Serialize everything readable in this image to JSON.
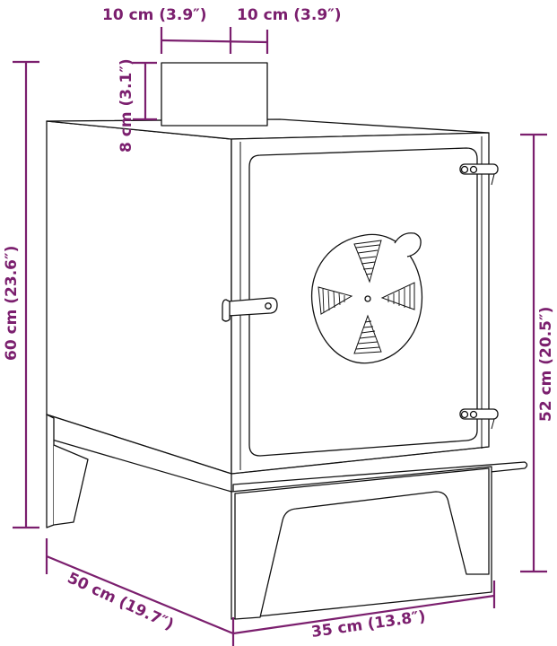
{
  "diagram": {
    "subject": "wood stove with chimney collar, door, rotary air vent, ash shelf and legs",
    "accent_color": "#7b1f6e",
    "dimensions": {
      "flue_width_left": "10 cm (3.9″)",
      "flue_width_right": "10 cm (3.9″)",
      "flue_height": "8 cm (3.1″)",
      "total_height": "60 cm (23.6″)",
      "body_height": "52 cm (20.5″)",
      "depth": "50 cm (19.7″)",
      "width": "35 cm (13.8″)"
    }
  }
}
